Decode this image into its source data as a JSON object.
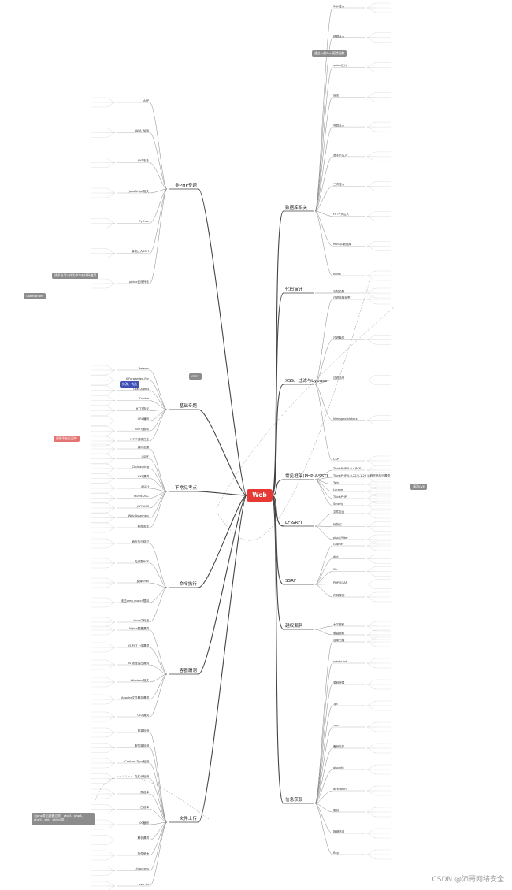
{
  "root": "Web",
  "watermark": "CSDN @沛哥网络安全",
  "notes": [
    {
      "text": "通过一般Post报错函数",
      "style": "grey"
    },
    {
      "text": "请不在可以作为命令来代码使用",
      "style": "grey"
    },
    {
      "text": "Codeigniter",
      "style": "grey"
    },
    {
      "text": "修改、伪造",
      "style": "blue"
    },
    {
      "text": "CSRF",
      "style": "grey"
    },
    {
      "text": "面积不在后面的",
      "style": "red"
    },
    {
      "text": "漏洞CVE",
      "style": "grey"
    },
    {
      "text": "当php等后缀被过滤，php3、php4、php5、pht、phtml等",
      "style": "grey"
    }
  ],
  "left_branches": [
    {
      "label": "非PHP专题",
      "items": [
        "ASP",
        "JAVA WEB",
        "JWT攻击",
        "JavaScript相关",
        "Python",
        "模板注入SSTI",
        "pickle反序列化"
      ]
    },
    {
      "label": "基础专题",
      "items": [
        "Referer",
        "X-Forwarded-For",
        "User-Agent",
        "Cookie",
        "HTTP协议",
        "URL编码",
        "302与跳转",
        "HTTP请求方法"
      ]
    },
    {
      "label": "不常见考点",
      "items": [
        "源码泄露",
        "CSRF",
        "Clickjacking",
        "XXE漏洞",
        "XSCH",
        "HOMEDOC",
        "JSPFUCK",
        "Web Assembly",
        "数据加密"
      ]
    },
    {
      "label": "命令执行",
      "items": [
        "命令执行绕过",
        "无参数RCE",
        "反弹shell",
        "绕过preg_match限制",
        "linux中利用"
      ]
    },
    {
      "label": "容器漏洞",
      "items": [
        "Nginx配置漏洞",
        "IIS PUT上传漏洞",
        "IIS 远程溢出漏洞",
        "Windows相关",
        "Apache文件解析漏洞",
        "CGI 漏洞"
      ]
    },
    {
      "label": "文件上传",
      "items": [
        "前端检测",
        "服务端检测",
        "Content-Type检测",
        "文件头检测",
        "黑名单",
        "白名单",
        "00截断",
        "解析漏洞",
        "条件竞争",
        ".htaccess",
        "user.ini"
      ]
    }
  ],
  "right_branches": [
    {
      "label": "数据库相关",
      "items": [
        "SQL注入",
        "报错注入",
        "union注入",
        "盲注",
        "堆叠注入",
        "宽字节注入",
        "二次注入",
        "HTTP头注入",
        "MySQL数据库",
        "Redis"
      ]
    },
    {
      "label": "代码审计",
      "items": [
        "危险函数"
      ]
    },
    {
      "label": "XSS、过滤与bypass",
      "items": [
        "过滤特殊标签",
        "过滤事件",
        "过滤括号",
        "htmlspecialchars",
        "CSP"
      ]
    },
    {
      "label": "常见框架(PHP)&SSTI",
      "items": [
        "ThinkPHP 5.0.x RCE",
        "ThinkPHP 5.0.22/5.1.29 远程代码执行漏洞",
        "Twig",
        "Laravel",
        "ThinkPHP",
        "Smarty"
      ]
    },
    {
      "label": "LFI&RFI",
      "items": [
        "文件包含",
        "伪协议",
        "php://filter"
      ]
    },
    {
      "label": "SSRF",
      "items": [
        "Gopher",
        "dict",
        "file",
        "PHP SOAP",
        "内网探测"
      ]
    },
    {
      "label": "越权漏洞",
      "items": [
        "水平越权",
        "垂直越权"
      ]
    },
    {
      "label": "信息获取",
      "items": [
        "目录扫描",
        "robots.txt",
        "源码泄露",
        ".git",
        ".svn",
        "备份文件",
        "phpinfo",
        "dirsearch",
        "御剑",
        "报错信息",
        "flag"
      ]
    }
  ]
}
